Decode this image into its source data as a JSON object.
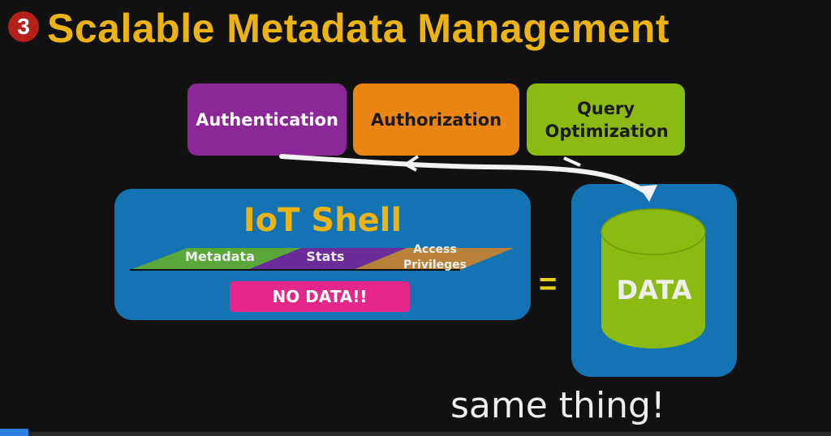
{
  "slide": {
    "number": "3",
    "title": "Scalable Metadata Management",
    "top_boxes": [
      {
        "label": "Authentication",
        "color": "#8b2797"
      },
      {
        "label": "Authorization",
        "color": "#ea8512"
      },
      {
        "label": "Query Optimization",
        "color": "#8bba12"
      }
    ],
    "shell": {
      "title": "IoT Shell",
      "layers": [
        {
          "label": "Metadata",
          "color": "#5aa83a"
        },
        {
          "label": "Stats",
          "color": "#6b2c9a"
        },
        {
          "label": "Access Privileges",
          "color": "#b8823a"
        }
      ],
      "no_data": "NO DATA!!"
    },
    "equals": "=",
    "data_label": "DATA",
    "caption": "same thing!"
  }
}
